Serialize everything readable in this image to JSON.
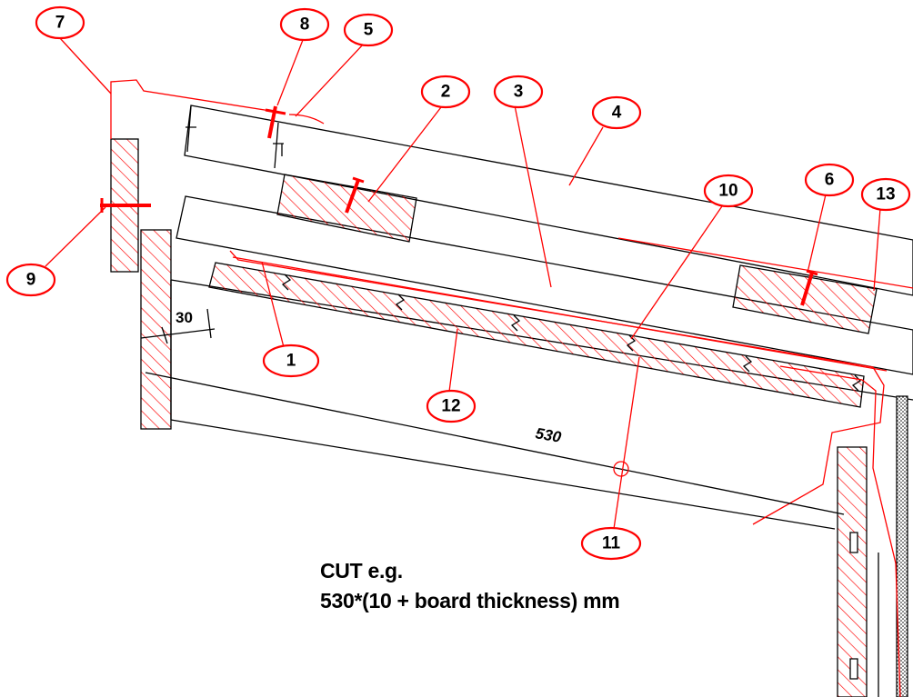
{
  "callouts": [
    {
      "label": "1"
    },
    {
      "label": "2"
    },
    {
      "label": "3"
    },
    {
      "label": "4"
    },
    {
      "label": "5"
    },
    {
      "label": "6"
    },
    {
      "label": "7"
    },
    {
      "label": "8"
    },
    {
      "label": "9"
    },
    {
      "label": "10"
    },
    {
      "label": "11"
    },
    {
      "label": "12"
    },
    {
      "label": "13"
    }
  ],
  "dimensions": {
    "gap": "30",
    "length": "530"
  },
  "note": {
    "line1": "CUT e.g.",
    "line2": "530*(10 + board thickness) mm"
  },
  "colors": {
    "callout_ring": "#ff0000",
    "hatch": "#ff0000",
    "outline": "#000000"
  }
}
